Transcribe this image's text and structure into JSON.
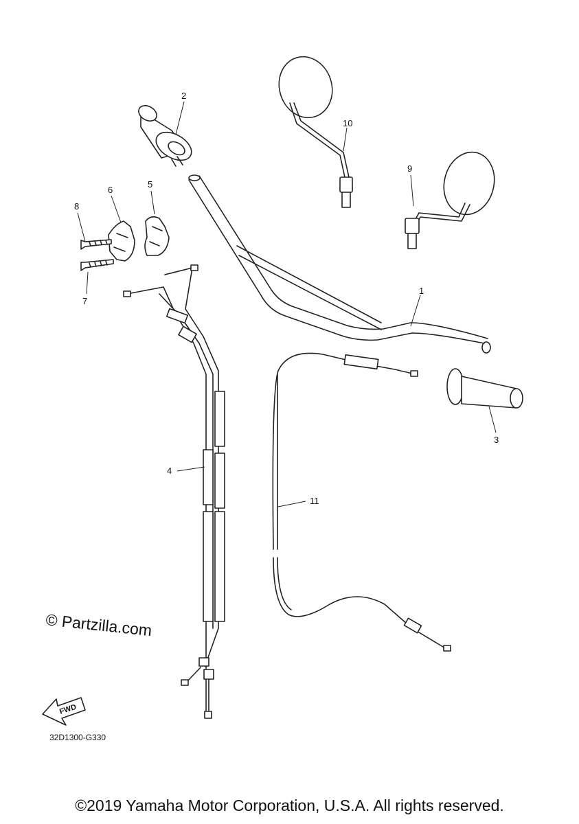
{
  "callouts": [
    "1",
    "2",
    "3",
    "4",
    "5",
    "6",
    "7",
    "8",
    "9",
    "10",
    "11"
  ],
  "watermark": "© Partzilla.com",
  "fwd_label": "FWD",
  "diagram_ref": "32D1300-G330",
  "copyright": "©2019 Yamaha Motor Corporation, U.S.A. All rights reserved."
}
